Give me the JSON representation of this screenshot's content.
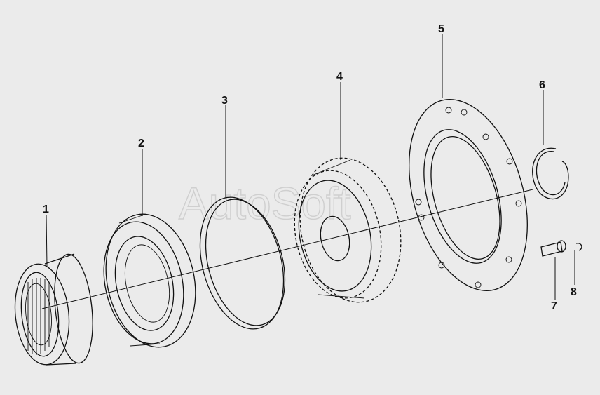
{
  "watermark": "AutoSoft",
  "callouts": [
    {
      "id": "part-1",
      "label": "1"
    },
    {
      "id": "part-2",
      "label": "2"
    },
    {
      "id": "part-3",
      "label": "3"
    },
    {
      "id": "part-4",
      "label": "4"
    },
    {
      "id": "part-5",
      "label": "5"
    },
    {
      "id": "part-6",
      "label": "6"
    },
    {
      "id": "part-7",
      "label": "7"
    },
    {
      "id": "part-8",
      "label": "8"
    }
  ]
}
